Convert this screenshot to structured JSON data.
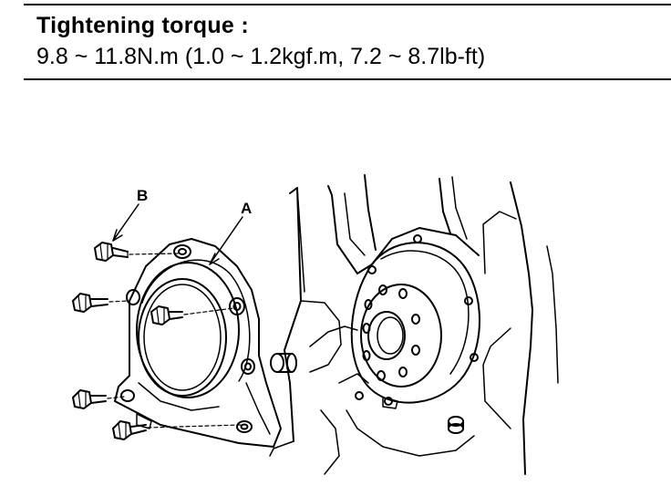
{
  "spec": {
    "heading": "Tightening torque :",
    "value": "9.8 ~ 11.8N.m (1.0 ~ 1.2kgf.m, 7.2 ~ 8.7lb-ft)"
  },
  "figure": {
    "label_a": "A",
    "label_b": "B"
  }
}
